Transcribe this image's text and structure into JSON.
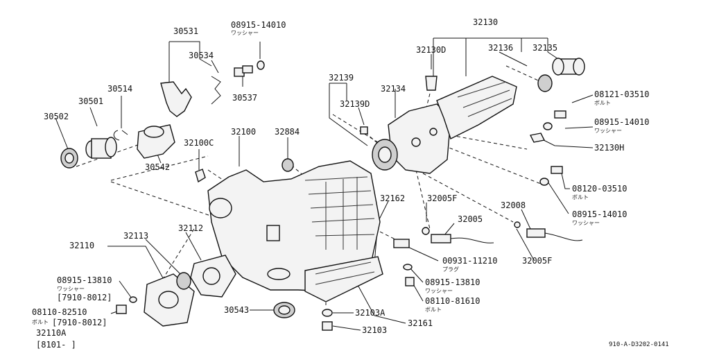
{
  "parts": {
    "p30531": "30531",
    "p30534": "30534",
    "p08915_14010_top": "08915-14010",
    "washer_top": "ワッシャー",
    "p30537": "30537",
    "p30514": "30514",
    "p30501": "30501",
    "p30502": "30502",
    "p30542": "30542",
    "p32100C": "32100C",
    "p32100": "32100",
    "p32884": "32884",
    "p32130": "32130",
    "p32130D": "32130D",
    "p32136": "32136",
    "p32135": "32135",
    "p32139": "32139",
    "p32139D": "32139D",
    "p32134": "32134",
    "p08121_03510": "08121-03510",
    "bolt_1": "ボルト",
    "p08915_14010_mid": "08915-14010",
    "washer_mid": "ワッシャー",
    "p32130H": "32130H",
    "p08120_03510": "08120-03510",
    "bolt_2": "ボルト",
    "p08915_14010_low": "08915-14010",
    "washer_low": "ワッシャー",
    "p32162": "32162",
    "p32005F_a": "32005F",
    "p32008": "32008",
    "p32005": "32005",
    "p32005F_b": "32005F",
    "p00931_11210": "00931-11210",
    "plug": "プラグ",
    "p08915_13810_r": "08915-13810",
    "washer_r": "ワッシャー",
    "p08110_81610": "08110-81610",
    "bolt_r": "ボルト",
    "p32113": "32113",
    "p32112": "32112",
    "p32110": "32110",
    "p08915_13810_l": "08915-13810",
    "washer_l": "ワッシャー",
    "range_1": "[7910-8012]",
    "p08110_82510": "08110-82510",
    "bolt_l": "ボルト",
    "range_2": "[7910-8012]",
    "p32110A": "32110A",
    "range_3": "[8101-    ]",
    "p30543": "30543",
    "p32103A": "32103A",
    "p32161": "32161",
    "p32103": "32103"
  },
  "figure_code": "910-A-D3202-0141"
}
